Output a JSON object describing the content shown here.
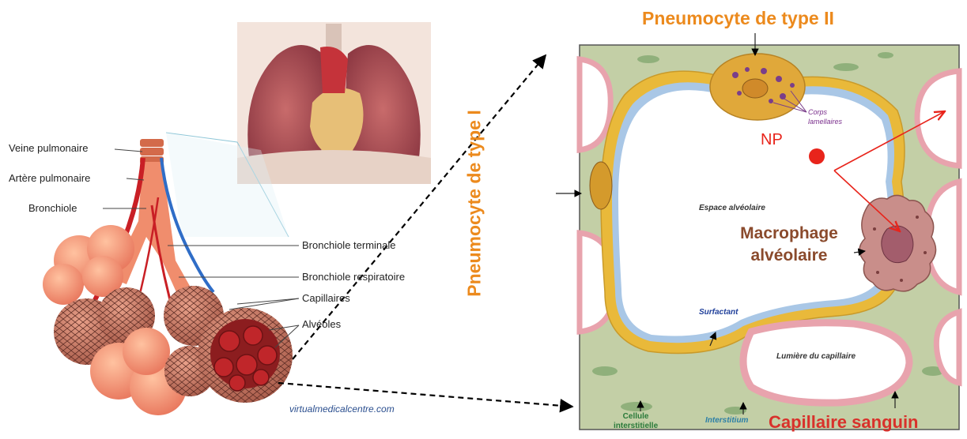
{
  "left_labels": {
    "veine": "Veine pulmonaire",
    "artere": "Artère pulmonaire",
    "bronchiole": "Bronchiole",
    "bronchiole_terminale": "Bronchiole terminale",
    "bronchiole_respiratoire": "Bronchiole respiratoire",
    "capillaires": "Capillaires",
    "alveoles": "Alvéoles",
    "watermark": "virtualmedicalcentre.com"
  },
  "right_labels": {
    "pneumocyte_2": "Pneumocyte  de type II",
    "pneumocyte_1": "Pneumocyte de type I",
    "corps_1": "Corps",
    "corps_2": "lamellaires",
    "np": "NP",
    "espace": "Espace alvéolaire",
    "macrophage_1": "Macrophage",
    "macrophage_2": "alvéolaire",
    "surfactant": "Surfactant",
    "lumiere": "Lumière du capillaire",
    "cellule_1": "Cellule",
    "cellule_2": "interstitielle",
    "interstitium": "Interstitium",
    "capillaire_sanguin": "Capillaire sanguin"
  },
  "colors": {
    "pneumocyte_orange": "#ec8a1d",
    "capillaire_red": "#d8312b",
    "np_red": "#e8241b",
    "interstitium_green": "#c3cfa6",
    "epithelium_yellow": "#e9b93a",
    "capillary_pink": "#e8a3ad"
  }
}
